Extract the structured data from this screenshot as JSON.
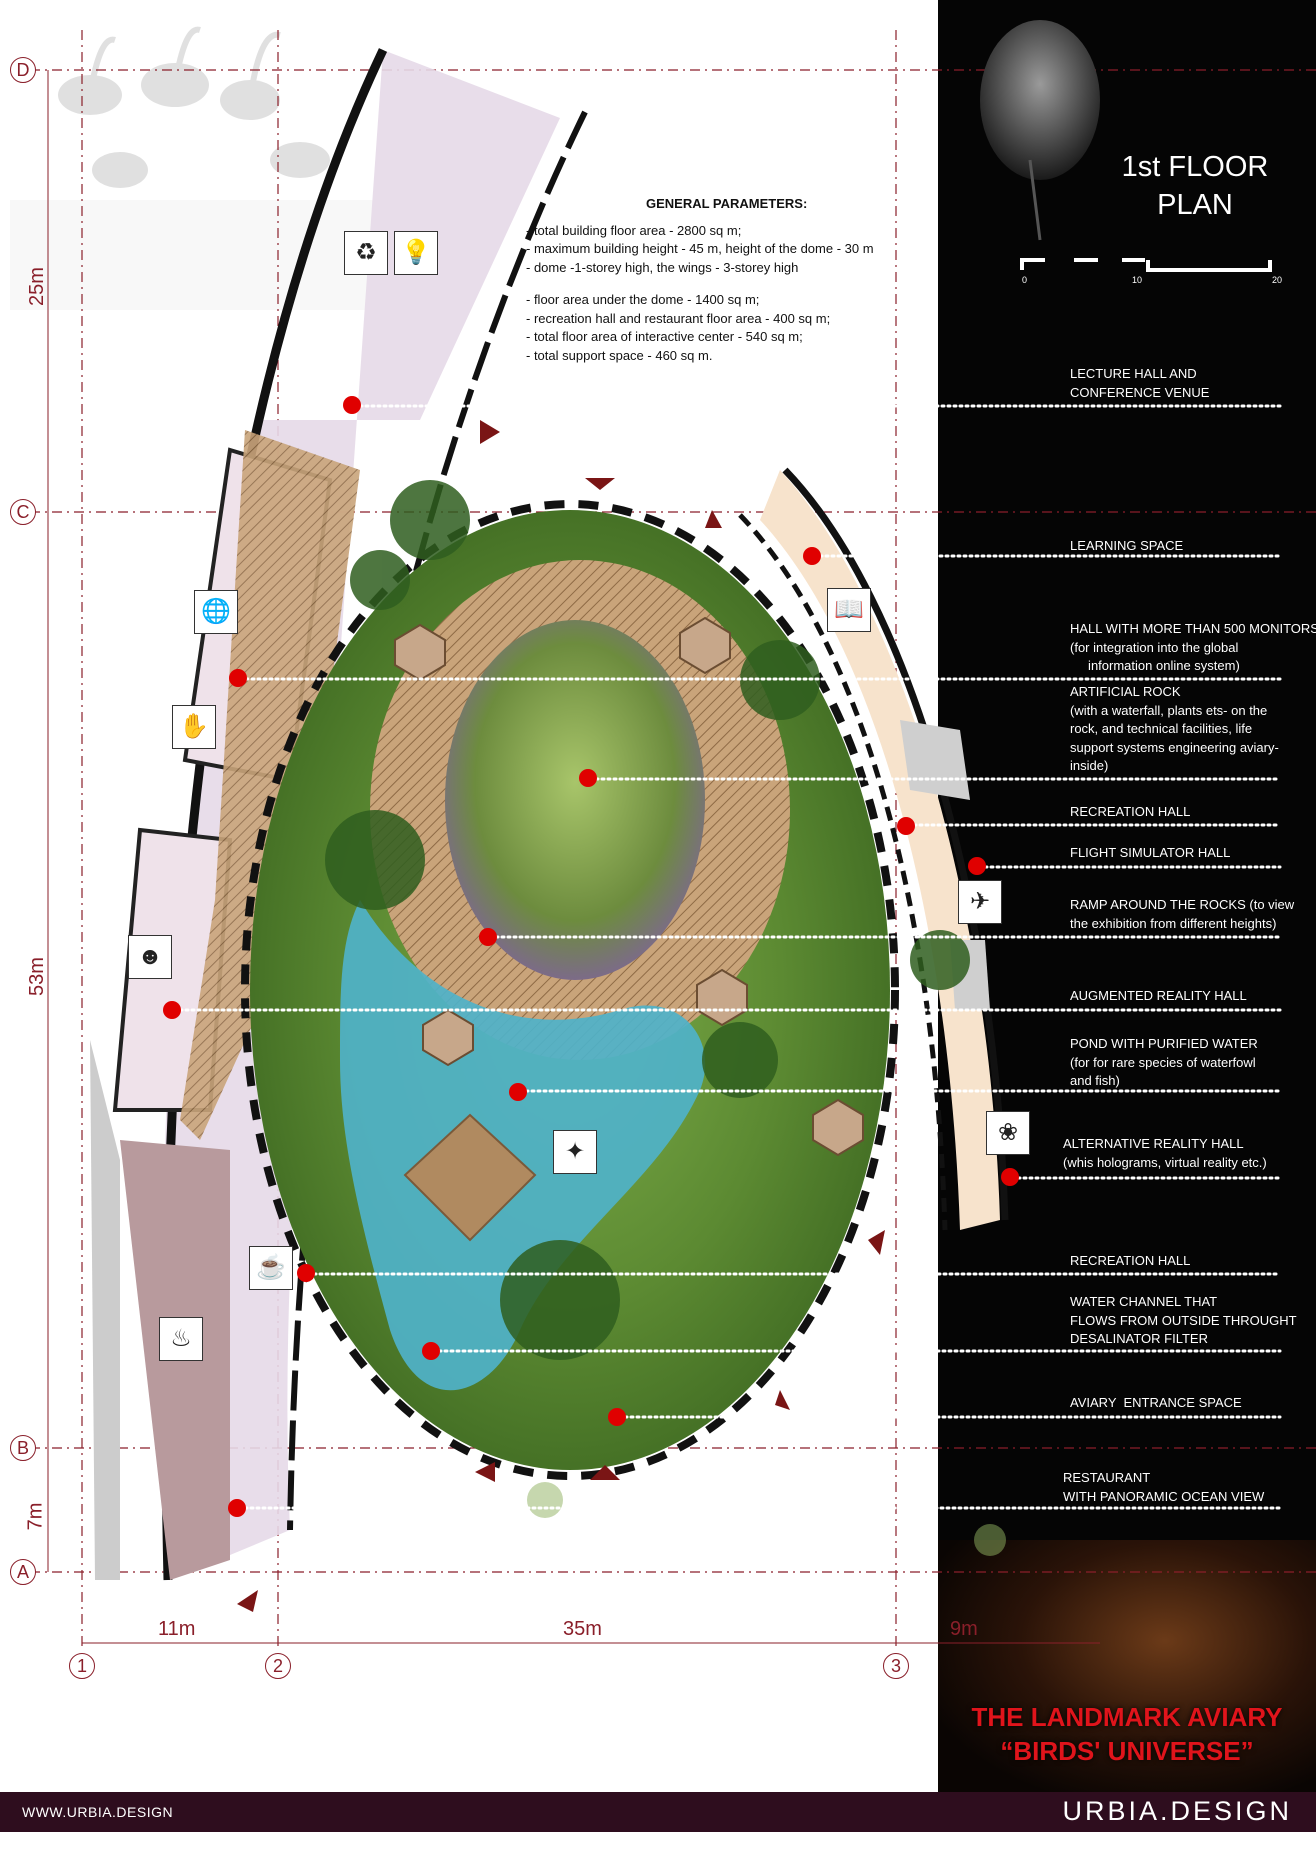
{
  "plan": {
    "title_line1": "1st FLOOR",
    "title_line2": "PLAN",
    "scale_labels": [
      "0",
      "10",
      "20"
    ],
    "grid_rows": [
      "D",
      "C",
      "B",
      "A"
    ],
    "grid_cols": [
      "1",
      "2",
      "3"
    ],
    "dimensions": {
      "vertical": [
        "25m",
        "53m",
        "7m"
      ],
      "horizontal": [
        "11m",
        "35m",
        "9m"
      ]
    }
  },
  "parameters": {
    "heading": "GENERAL PARAMETERS:",
    "group1": [
      "- total building floor area -  2800 sq m;",
      "- maximum building height - 45 m, height of the dome - 30 m",
      "- dome -1-storey high,  the wings - 3-storey high"
    ],
    "group2": [
      "- floor area under the dome - 1400 sq m;",
      "- recreation hall and restaurant floor area - 400 sq m;",
      "- total floor area of interactive center - 540 sq m;",
      "- total support space - 460 sq m."
    ]
  },
  "legend": [
    {
      "label": "LECTURE HALL AND\nCONFERENCE VENUE"
    },
    {
      "label": "LEARNING SPACE"
    },
    {
      "label": "HALL WITH MORE THAN 500 MONITORS\n(for integration into the global\n     information online system)"
    },
    {
      "label": "ARTIFICIAL ROCK\n(with a waterfall, plants ets- on the\nrock, and technical facilities, life\nsupport systems engineering aviary-\ninside)"
    },
    {
      "label": "RECREATION HALL"
    },
    {
      "label": "FLIGHT SIMULATOR HALL"
    },
    {
      "label": "RAMP AROUND THE ROCKS (to view\nthe exhibition from different heights)"
    },
    {
      "label": "AUGMENTED REALITY HALL"
    },
    {
      "label": "POND WITH PURIFIED WATER\n(for for rare species of waterfowl\nand fish)"
    },
    {
      "label": "ALTERNATIVE REALITY HALL\n(whis holograms, virtual reality etc.)"
    },
    {
      "label": "RECREATION HALL"
    },
    {
      "label": "WATER CHANNEL THAT\nFLOWS FROM OUTSIDE THROUGHT\nDESALINATOR FILTER"
    },
    {
      "label": "AVIARY  ENTRANCE SPACE"
    },
    {
      "label": "RESTAURANT\nWITH PANORAMIC OCEAN VIEW"
    }
  ],
  "project_title_line1": "THE LANDMARK AVIARY",
  "project_title_line2": "“BIRDS' UNIVERSE”",
  "footer": {
    "left": "WWW.URBIA.DESIGN",
    "right": "URBIA.DESIGN"
  },
  "colors": {
    "grid": "#8a1f2a",
    "marker": "#e00000",
    "footer": "#2e0d1e",
    "lilac": "#e6d9e8",
    "peach": "#f7e3cc",
    "mauve": "#b89a9d",
    "green": "#6f9b3c",
    "water": "#4fb2c9",
    "deck": "#b08a60"
  }
}
